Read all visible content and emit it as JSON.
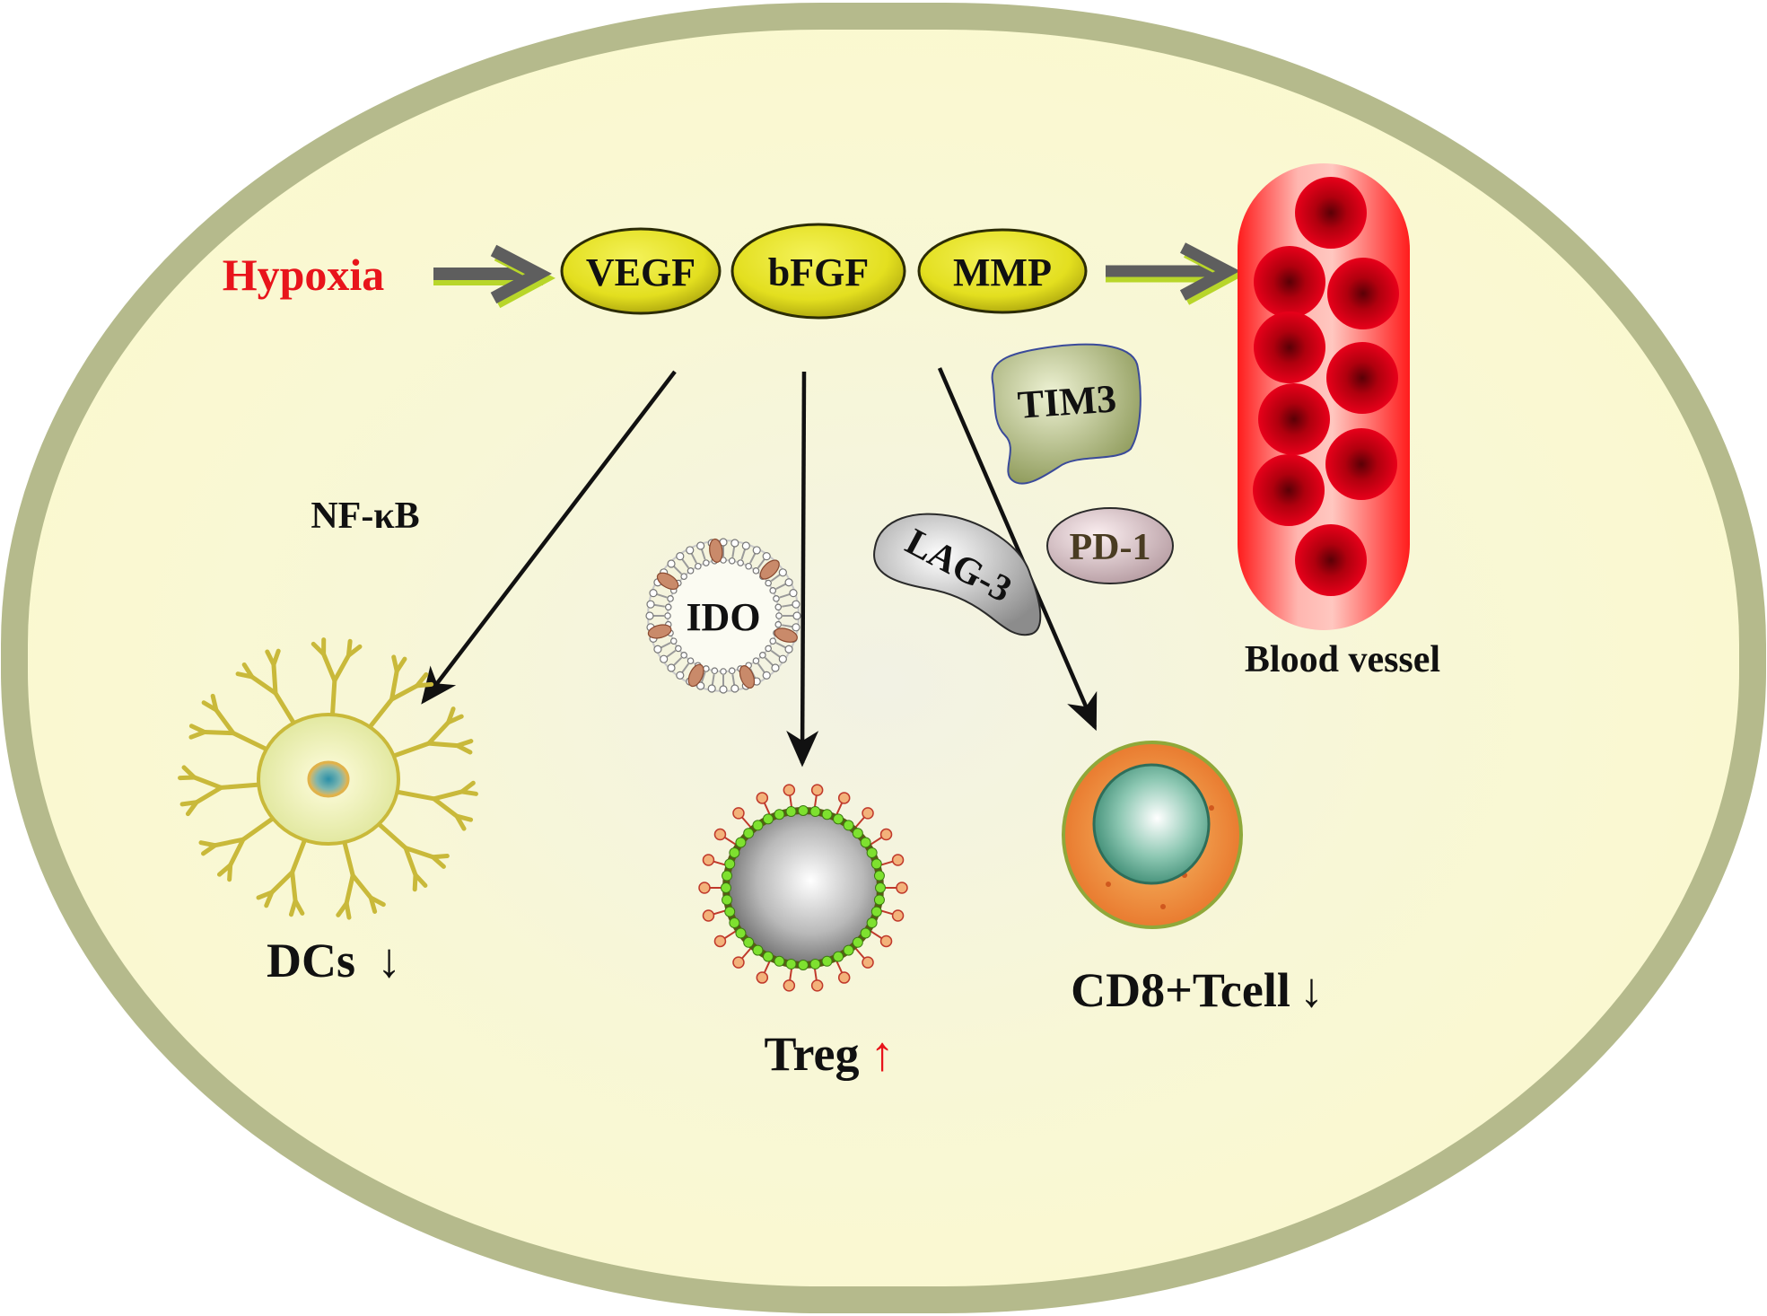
{
  "stimulus": {
    "label": "Hypoxia",
    "color": "#e8141b"
  },
  "factors": [
    {
      "label": "VEGF"
    },
    {
      "label": "bFGF"
    },
    {
      "label": "MMP"
    }
  ],
  "pathway": {
    "label": "NF-κB"
  },
  "molecules": {
    "ido": "IDO",
    "tim3": "TIM3",
    "lag3": "LAG-3",
    "pd1": "PD-1"
  },
  "vessel": {
    "label": "Blood vessel"
  },
  "outcomes": {
    "dcs": {
      "label": "DCs",
      "arrow": "↓"
    },
    "treg": {
      "label": "Treg",
      "arrow": "↑",
      "arrow_color": "#e8141b"
    },
    "cd8": {
      "label": "CD8+Tcell",
      "arrow": "↓"
    }
  },
  "colors": {
    "cell_border": "#b5ba8c",
    "cell_fill": "#fbf9cf",
    "factor_fill": "#e6e21f",
    "vessel_red": "#ff2a2a",
    "arrow_gray": "#5e5e5e"
  }
}
